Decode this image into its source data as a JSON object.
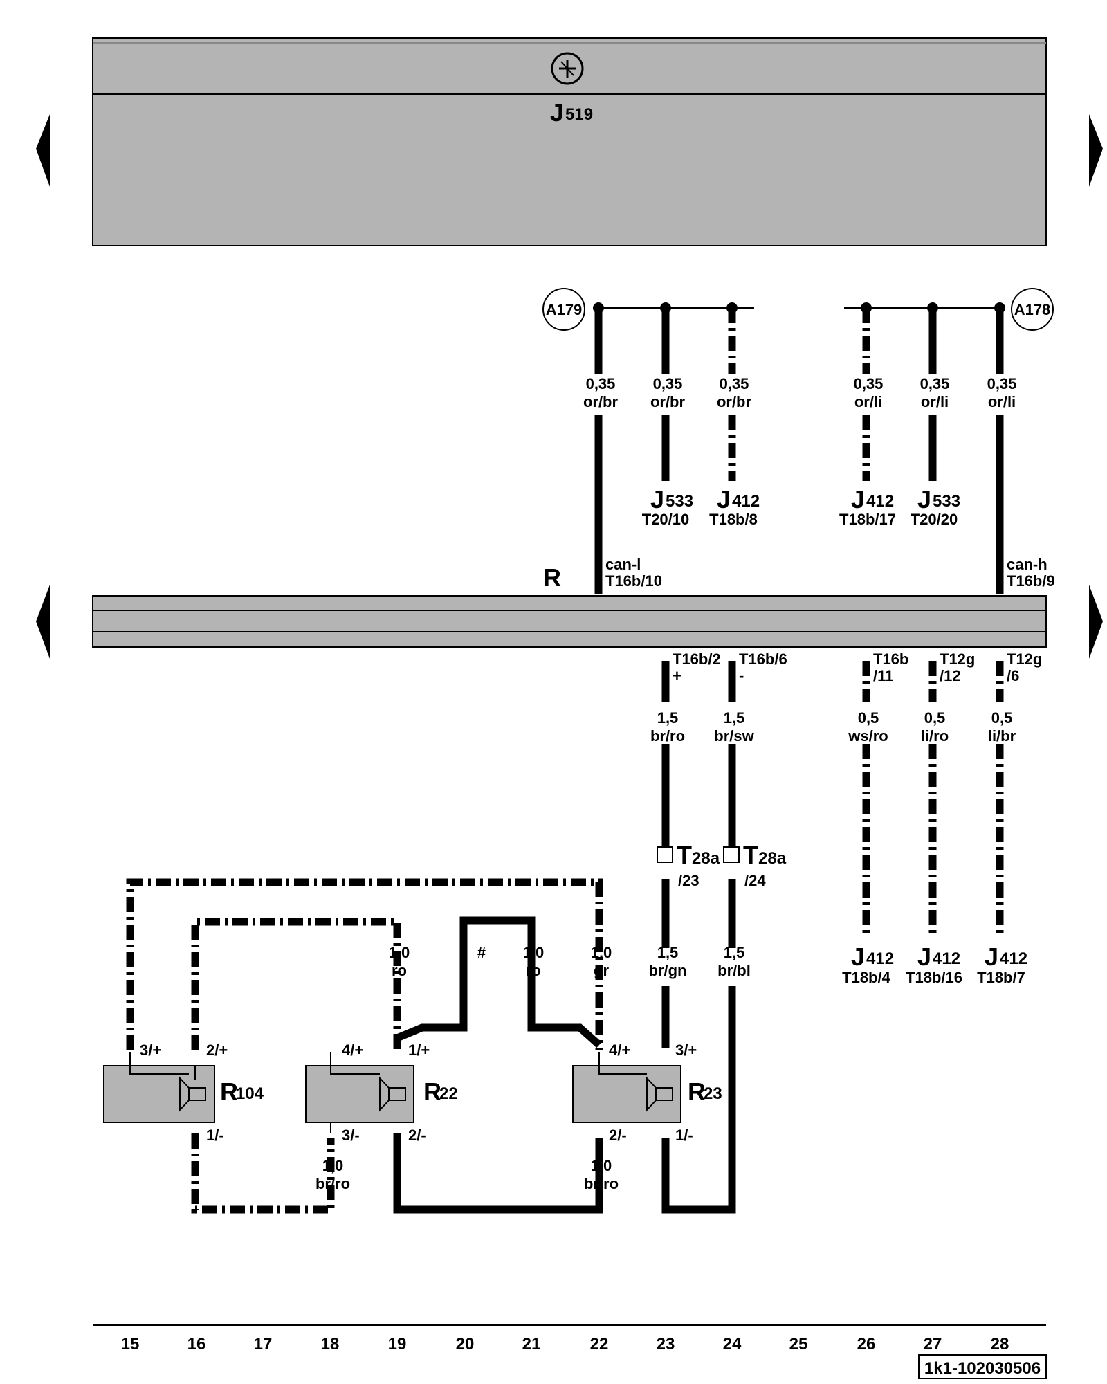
{
  "control_unit": {
    "name": "J",
    "sub": "519"
  },
  "bus": {
    "name": "R"
  },
  "connectors": {
    "left": "A179",
    "right": "A178"
  },
  "top_wires": [
    {
      "id": "w-a179",
      "gauge": "0,35",
      "color": "or/br"
    },
    {
      "id": "w-j533-l",
      "gauge": "0,35",
      "color": "or/br"
    },
    {
      "id": "w-j412-l",
      "gauge": "0,35",
      "color": "or/br"
    },
    {
      "id": "w-j412-r",
      "gauge": "0,35",
      "color": "or/li"
    },
    {
      "id": "w-j533-r",
      "gauge": "0,35",
      "color": "or/li"
    },
    {
      "id": "w-a178",
      "gauge": "0,35",
      "color": "or/li"
    }
  ],
  "top_dest": [
    {
      "name": "J",
      "sub": "533",
      "pin": "T20/10"
    },
    {
      "name": "J",
      "sub": "412",
      "pin": "T18b/8"
    },
    {
      "name": "J",
      "sub": "412",
      "pin": "T18b/17"
    },
    {
      "name": "J",
      "sub": "533",
      "pin": "T20/20"
    }
  ],
  "can": [
    {
      "name": "can-l",
      "pin": "T16b/10"
    },
    {
      "name": "can-h",
      "pin": "T16b/9"
    }
  ],
  "bottom_pins": [
    {
      "a": "T16b/2",
      "b": "+"
    },
    {
      "a": "T16b/6",
      "b": "-"
    },
    {
      "a": "T16b",
      "b": "/11"
    },
    {
      "a": "T12g",
      "b": "/12"
    },
    {
      "a": "T12g",
      "b": "/6"
    }
  ],
  "bottom_wires": [
    {
      "gauge": "1,5",
      "color": "br/ro"
    },
    {
      "gauge": "1,5",
      "color": "br/sw"
    },
    {
      "gauge": "0,5",
      "color": "ws/ro"
    },
    {
      "gauge": "0,5",
      "color": "li/ro"
    },
    {
      "gauge": "0,5",
      "color": "li/br"
    }
  ],
  "plug_T28a": [
    {
      "name": "T",
      "sub": "28a",
      "pin": "/23"
    },
    {
      "name": "T",
      "sub": "28a",
      "pin": "/24"
    }
  ],
  "bottom_dest": [
    {
      "name": "J",
      "sub": "412",
      "pin": "T18b/4"
    },
    {
      "name": "J",
      "sub": "412",
      "pin": "T18b/16"
    },
    {
      "name": "J",
      "sub": "412",
      "pin": "T18b/7"
    }
  ],
  "lower_wires": [
    {
      "gauge": "1,0",
      "color": "ro"
    },
    {
      "gauge": "1,0",
      "color": "ro"
    },
    {
      "gauge": "1,0",
      "color": "gr"
    },
    {
      "gauge": "1,5",
      "color": "br/gn"
    },
    {
      "gauge": "1,5",
      "color": "br/bl"
    },
    {
      "gauge": "1,0",
      "color": "br/ro"
    },
    {
      "gauge": "1,0",
      "color": "br/ro"
    }
  ],
  "hash_mark": "#",
  "speakers": [
    {
      "name": "R",
      "sub": "104",
      "pins": [
        "3/+",
        "2/+",
        "1/-"
      ]
    },
    {
      "name": "R",
      "sub": "22",
      "pins": [
        "4/+",
        "1/+",
        "3/-",
        "2/-"
      ]
    },
    {
      "name": "R",
      "sub": "23",
      "pins": [
        "4/+",
        "3/+",
        "2/-",
        "1/-"
      ]
    }
  ],
  "columns": [
    "15",
    "16",
    "17",
    "18",
    "19",
    "20",
    "21",
    "22",
    "23",
    "24",
    "25",
    "26",
    "27",
    "28"
  ],
  "ref_code": "1k1-102030506"
}
